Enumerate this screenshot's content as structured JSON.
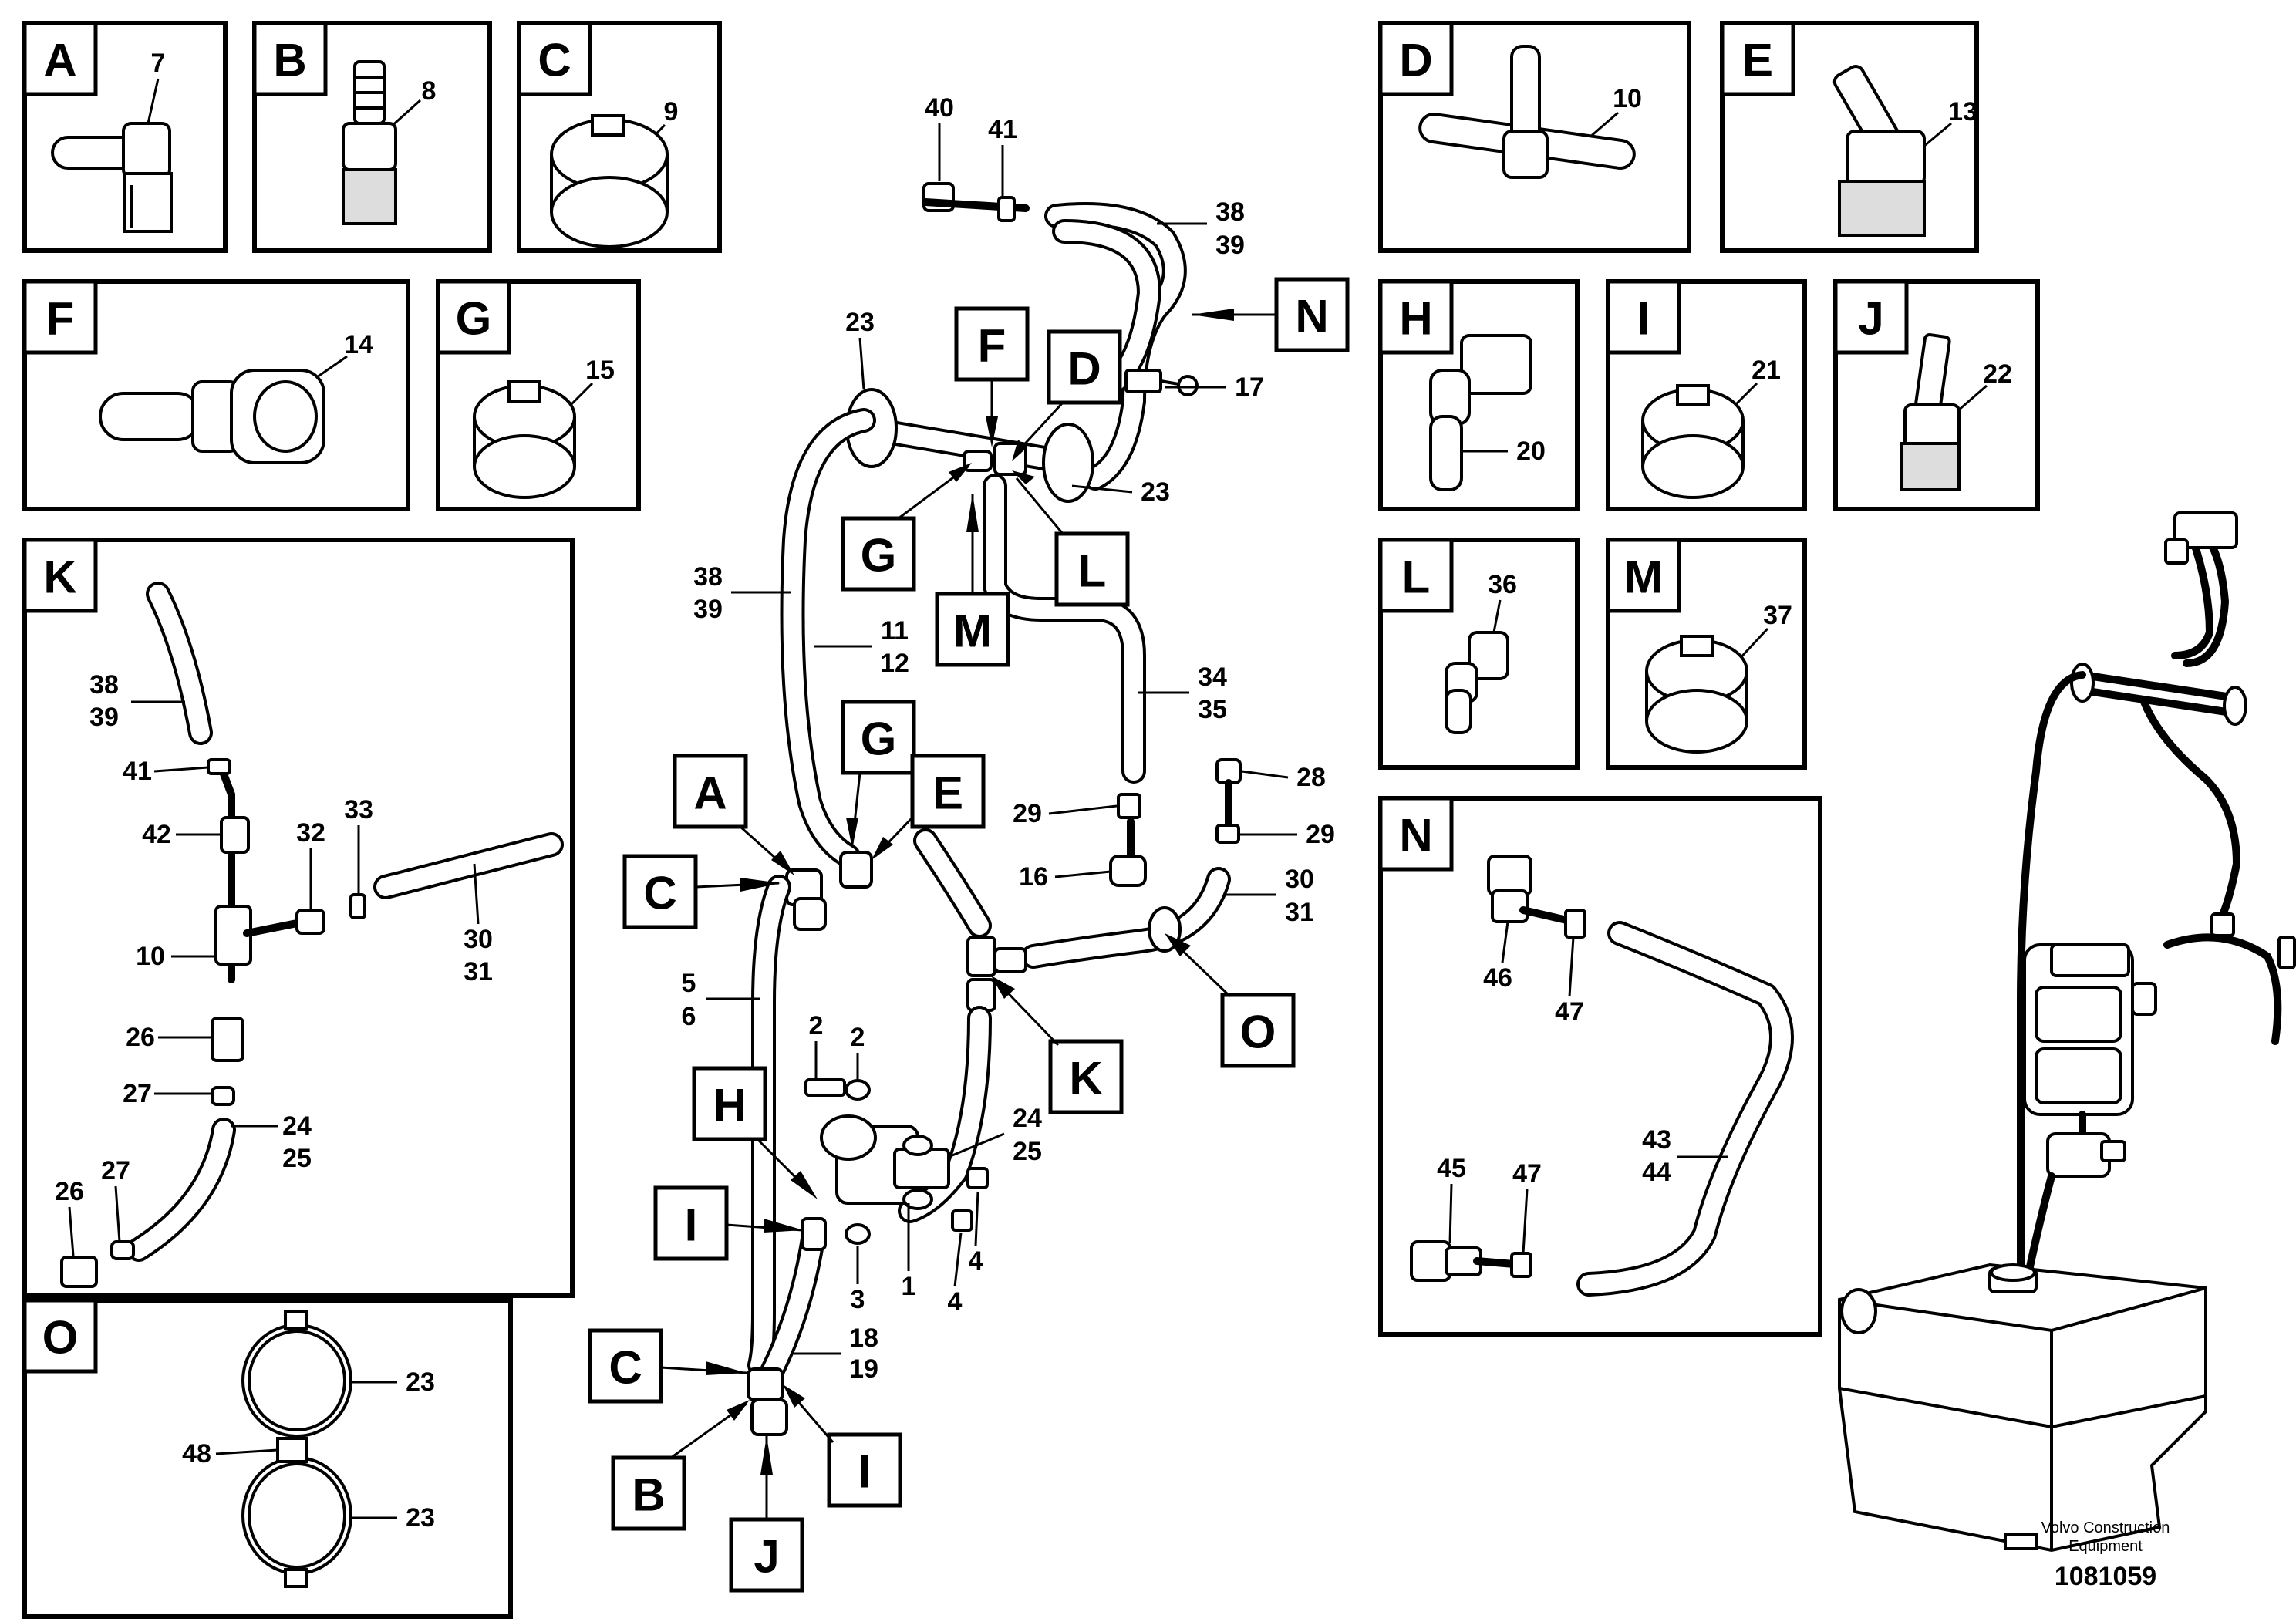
{
  "detail_boxes": [
    {
      "letter": "A",
      "parts": [
        "7"
      ]
    },
    {
      "letter": "B",
      "parts": [
        "8"
      ]
    },
    {
      "letter": "C",
      "parts": [
        "9"
      ]
    },
    {
      "letter": "D",
      "parts": [
        "10"
      ]
    },
    {
      "letter": "E",
      "parts": [
        "13"
      ]
    },
    {
      "letter": "F",
      "parts": [
        "14"
      ]
    },
    {
      "letter": "G",
      "parts": [
        "15"
      ]
    },
    {
      "letter": "H",
      "parts": [
        "20"
      ]
    },
    {
      "letter": "I",
      "parts": [
        "21"
      ]
    },
    {
      "letter": "J",
      "parts": [
        "22"
      ]
    },
    {
      "letter": "L",
      "parts": [
        "36"
      ]
    },
    {
      "letter": "M",
      "parts": [
        "37"
      ]
    },
    {
      "letter": "K",
      "parts": [
        "38 39",
        "41",
        "42",
        "32",
        "33",
        "30 31",
        "10",
        "26",
        "27",
        "24 25",
        "26",
        "27"
      ]
    },
    {
      "letter": "O",
      "parts": [
        "23",
        "48",
        "23"
      ]
    },
    {
      "letter": "N",
      "parts": [
        "46",
        "47",
        "43 44",
        "45",
        "47"
      ]
    }
  ],
  "callouts": [
    {
      "letter": "F"
    },
    {
      "letter": "D"
    },
    {
      "letter": "N"
    },
    {
      "letter": "G"
    },
    {
      "letter": "L"
    },
    {
      "letter": "M"
    },
    {
      "letter": "G"
    },
    {
      "letter": "E"
    },
    {
      "letter": "A"
    },
    {
      "letter": "C"
    },
    {
      "letter": "K"
    },
    {
      "letter": "O"
    },
    {
      "letter": "H"
    },
    {
      "letter": "I"
    },
    {
      "letter": "C"
    },
    {
      "letter": "B"
    },
    {
      "letter": "I"
    },
    {
      "letter": "J"
    }
  ],
  "part_labels": [
    "40",
    "41",
    "38",
    "39",
    "17",
    "23",
    "23",
    "38",
    "39",
    "11",
    "12",
    "34",
    "35",
    "28",
    "29",
    "29",
    "16",
    "30",
    "31",
    "5",
    "6",
    "2",
    "2",
    "24",
    "25",
    "3",
    "1",
    "4",
    "4",
    "18",
    "19"
  ],
  "footer": {
    "company_line1": "Volvo Construction",
    "company_line2": "Equipment",
    "document_number": "1081059"
  }
}
